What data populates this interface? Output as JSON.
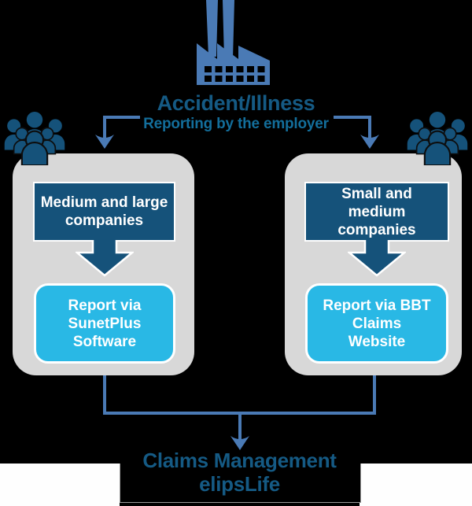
{
  "colors": {
    "bg": "#000000",
    "blue": "#4a7ab5",
    "navy": "#15527a",
    "cyan": "#29b8e5",
    "gray": "#d8d8d8",
    "titleBlue": "#155a84",
    "subBlue": "#136e9b",
    "white": "#ffffff",
    "strip": "#fefefe"
  },
  "header": {
    "title": "Accident/Illness",
    "subtitle": "Reporting by the employer"
  },
  "icons": {
    "top": "factory-icon",
    "left": "people-group-icon",
    "right": "people-group-icon"
  },
  "left_branch": {
    "category_lines": [
      "Medium and large",
      "companies"
    ],
    "action_lines": [
      "Report via",
      "SunetPlus",
      "Software"
    ]
  },
  "right_branch": {
    "category_lines": [
      "Small and",
      "medium",
      "companies"
    ],
    "action_lines": [
      "Report via BBT",
      "Claims",
      "Website"
    ]
  },
  "footer": {
    "line1": "Claims Management",
    "line2": "elipsLife"
  }
}
